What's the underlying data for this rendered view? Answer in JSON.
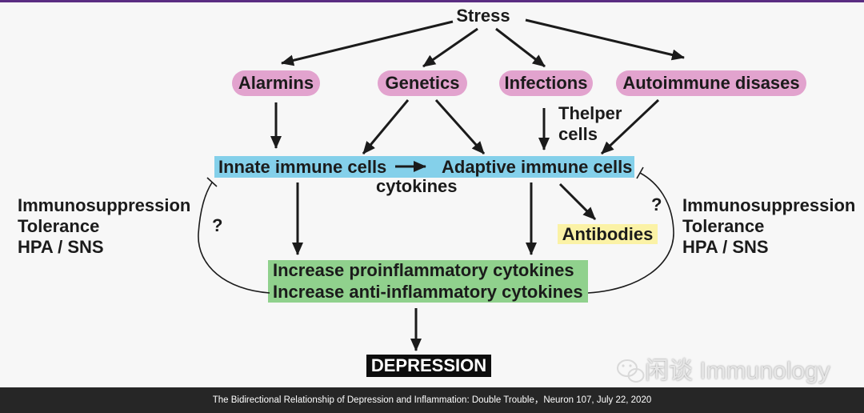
{
  "diagram": {
    "stress": "Stress",
    "triggers": {
      "alarmins": "Alarmins",
      "genetics": "Genetics",
      "infections": "Infections",
      "autoimmune": "Autoimmune disases"
    },
    "thelper": [
      "Thelper",
      "cells"
    ],
    "innate_cells": "Innate immune cells",
    "adaptive_cells": "Adaptive immune cells",
    "cytokines_label": "cytokines",
    "antibodies": "Antibodies",
    "cytokine_effects": [
      "Increase proinflammatory cytokines",
      "Increase anti-inflammatory cytokines"
    ],
    "outcome": "DEPRESSION",
    "feedback_left": {
      "lines": [
        "Immunosuppression",
        "Tolerance",
        "HPA / SNS"
      ],
      "mark": "?"
    },
    "feedback_right": {
      "lines": [
        "Immunosuppression",
        "Tolerance",
        "HPA / SNS"
      ],
      "mark": "?"
    }
  },
  "watermark": {
    "icon": "wechat-icon",
    "text": "闲谈 Immunology"
  },
  "footer": {
    "citation": "The Bidirectional Relationship of Depression and Inflammation: Double Trouble，Neuron 107, July 22, 2020"
  },
  "colors": {
    "pink": "#e2a3ce",
    "blue": "#84d0ea",
    "green": "#90d18d",
    "yellow": "#fbf2a6",
    "ink": "#1b1b1b",
    "outcome_bg": "#0d0d0d",
    "footer_bg": "#262626",
    "top_border": "#5a2d82",
    "bg": "#f7f7f7"
  }
}
